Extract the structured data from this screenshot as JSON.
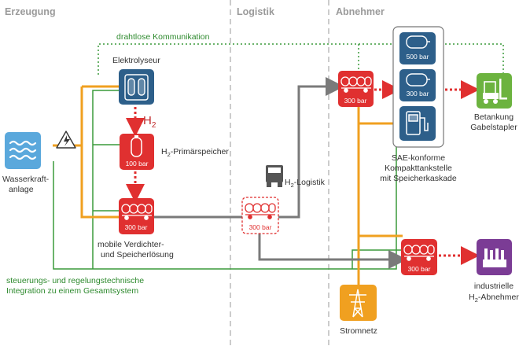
{
  "sections": {
    "production": "Erzeugung",
    "logistics": "Logistik",
    "consumers": "Abnehmer"
  },
  "labels": {
    "wireless": "drahtlose Kommunikation",
    "electrolyzer": "Elektrolyseur",
    "h2": "H",
    "h2_sub": "2",
    "primary_storage_prefix": "H",
    "primary_storage_sub": "2",
    "primary_storage_suffix": "-Primärspeicher",
    "hydro_line1": "Wasserkraft-",
    "hydro_line2": "anlage",
    "mobile_line1": "mobile Verdichter-",
    "mobile_line2": "und Speicherlösung",
    "control_line1": "steuerungs- und regelungstechnische",
    "control_line2": "Integration zu einem Gesamtsystem",
    "logistics_prefix": "H",
    "logistics_sub": "2",
    "logistics_suffix": "-Logistik",
    "sae_line1": "SAE-konforme",
    "sae_line2": "Kompakttankstelle",
    "sae_line3": "mit Speicherkaskade",
    "forklift_line1": "Betankung",
    "forklift_line2": "Gabelstapler",
    "industrial_line1": "industrielle",
    "industrial_prefix": "H",
    "industrial_sub": "2",
    "industrial_suffix": "-Abnehmer",
    "grid": "Stromnetz"
  },
  "pressures": {
    "primary": "100 bar",
    "mobile": "300 bar",
    "truck": "300 bar",
    "station_trailer": "300 bar",
    "industry_trailer": "300 bar",
    "cascade_high": "500 bar",
    "cascade_mid": "300 bar"
  },
  "colors": {
    "power_line": "#f0a020",
    "control_line": "#3a9a3a",
    "gas_line": "#7a7a7a",
    "hydrogen_red": "#e03030",
    "dark_blue": "#2d5f8a",
    "light_blue": "#5aa8dc",
    "green": "#6cb33f",
    "purple": "#7b3c95",
    "orange": "#f0a020"
  },
  "icons": {
    "warning": "high-voltage-warning-icon",
    "truck": "truck-icon",
    "forklift": "forklift-icon",
    "factory": "factory-icon",
    "pylon": "power-pylon-icon",
    "pump": "h2-dispenser-icon"
  }
}
